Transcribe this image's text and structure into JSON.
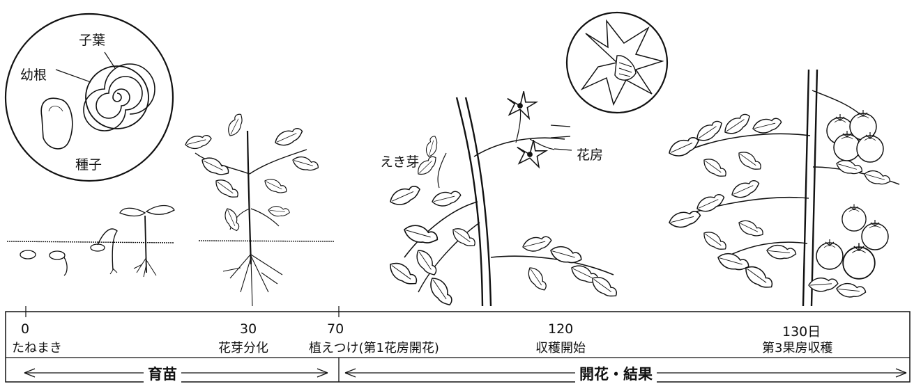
{
  "inset_seed": {
    "labels": {
      "cotyledon": "子葉",
      "radicle": "幼根",
      "seed": "種子"
    }
  },
  "plant_labels": {
    "axillary_bud": "えき芽",
    "flower_cluster": "花房"
  },
  "timeline": {
    "ticks": [
      {
        "value": "0",
        "label": "たねまき"
      },
      {
        "value": "30",
        "label": "花芽分化"
      },
      {
        "value": "70",
        "label": "植えつけ(第1花房開花)"
      },
      {
        "value": "120",
        "label": "収穫開始"
      },
      {
        "value": "130日",
        "label": "第3果房収穫"
      }
    ],
    "phases": [
      {
        "label": "育苗"
      },
      {
        "label": "開花・結果"
      }
    ]
  },
  "colors": {
    "ink": "#111111",
    "paper": "#ffffff",
    "panel": "#f4f4f4"
  }
}
